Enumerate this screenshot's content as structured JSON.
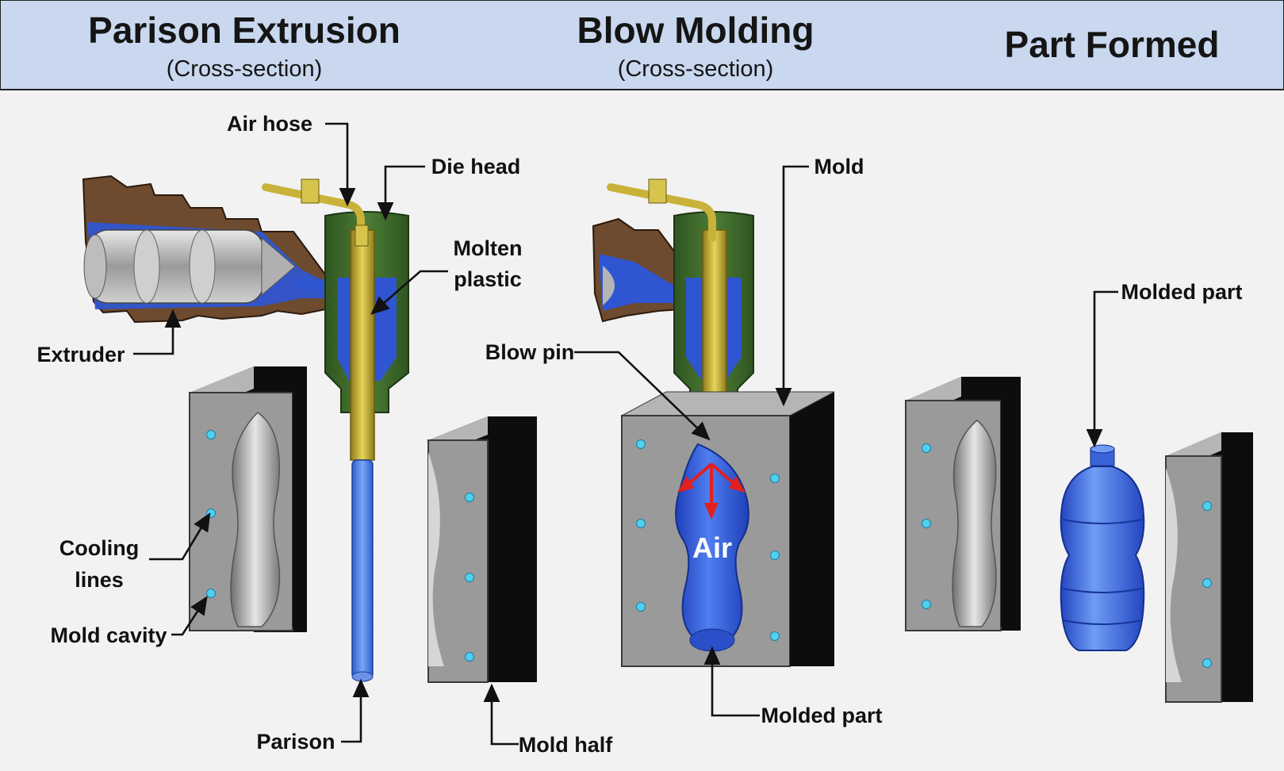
{
  "header": {
    "sections": [
      {
        "title": "Parison Extrusion",
        "subtitle": "(Cross-section)"
      },
      {
        "title": "Blow Molding",
        "subtitle": "(Cross-section)"
      },
      {
        "title": "Part Formed",
        "subtitle": ""
      }
    ]
  },
  "labels": {
    "air_hose": "Air hose",
    "die_head": "Die head",
    "molten_plastic_1": "Molten",
    "molten_plastic_2": "plastic",
    "extruder": "Extruder",
    "cooling_lines_1": "Cooling",
    "cooling_lines_2": "lines",
    "mold_cavity": "Mold cavity",
    "parison": "Parison",
    "mold_half": "Mold half",
    "mold": "Mold",
    "blow_pin": "Blow pin",
    "air": "Air",
    "molded_part_mid": "Molded part",
    "molded_part_right": "Molded part"
  },
  "colors": {
    "header_band": "#c9d8ef",
    "mold_gray": "#9a9a9a",
    "mold_dark": "#0d0d0d",
    "plastic_blue": "#3a63d8",
    "extruder_brown": "#6e4a2e",
    "die_green": "#3f6b2c",
    "pin_gold": "#c9b23a",
    "cooling_cyan": "#4fd0f0",
    "arrow_red": "#e02020"
  }
}
